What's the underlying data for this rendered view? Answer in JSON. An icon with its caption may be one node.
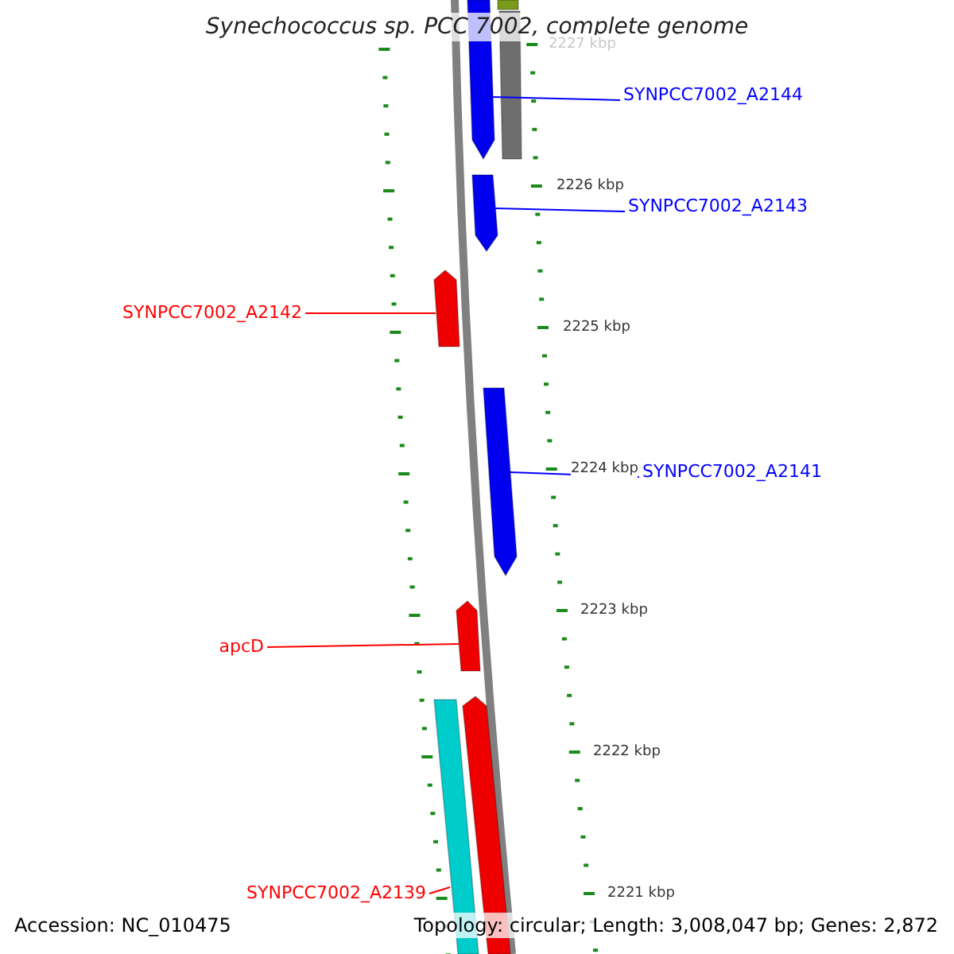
{
  "diagram": {
    "title": "Synechococcus sp. PCC 7002, complete genome",
    "nodes": [
      {
        "text": [],
        "shape": "bar"
      },
      {
        "text": [],
        "shape": "bar"
      },
      {
        "text": [],
        "shape": "bar"
      },
      {
        "text": [
          "SYNPCC7002_A2144"
        ]
      },
      {
        "text": [
          "SYNPCC7002_A2143"
        ]
      },
      {
        "text": [],
        "shape": "bar"
      },
      {
        "text": [
          "SYNPCC7002_A2142"
        ]
      },
      {
        "text": [],
        "shape": "bar"
      },
      {
        "text": [
          "SYNPCC7002_A2141"
        ]
      },
      {
        "text": [],
        "shape": "bar"
      },
      {
        "text": [
          "apcD"
        ]
      },
      {
        "text": [],
        "shape": "bar"
      },
      {
        "text": [],
        "shape": "bar"
      },
      {
        "text": [],
        "shape": "bar"
      },
      {
        "text": [
          "SYNPCC7002_A2139"
        ]
      }
    ],
    "edges": [
      {
        "from": 3,
        "to": 2,
        "arrow": "none",
        "color": "#0000ff"
      },
      {
        "from": 4,
        "to": 5,
        "arrow": "none",
        "color": "#0000ff"
      },
      {
        "from": 6,
        "to": 7,
        "arrow": "none",
        "color": "#ff0000"
      },
      {
        "from": 8,
        "to": 9,
        "arrow": "none",
        "color": "#0000ff"
      },
      {
        "from": 10,
        "to": 11,
        "arrow": "none",
        "color": "#ff0000"
      },
      {
        "from": 14,
        "to": 12,
        "arrow": "none",
        "color": "#ff0000"
      }
    ],
    "labels": [
      "2227 kbp",
      "2226 kbp",
      "2225 kbp",
      "2224 kbp",
      "2223 kbp",
      "2222 kbp",
      "2221 kbp",
      "Accession: NC_010475",
      "Topology: circular; Length: 3,008,047 bp; Genes: 2,872"
    ]
  }
}
